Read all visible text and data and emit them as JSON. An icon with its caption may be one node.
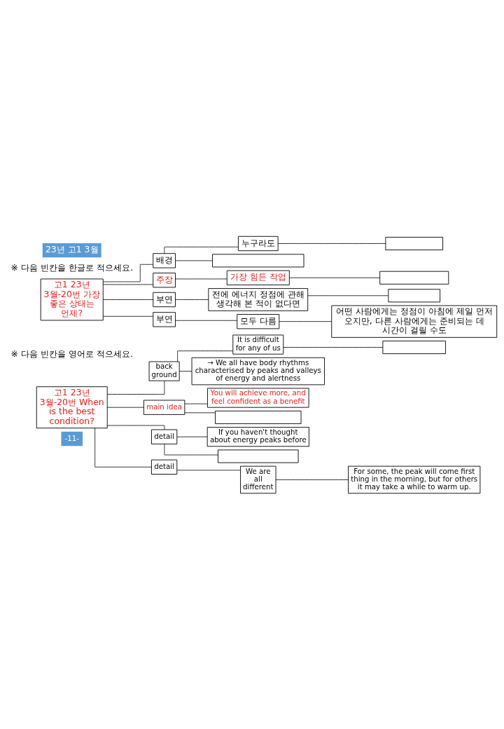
{
  "diagram": {
    "nodes": [
      {
        "text": [
          "고1 23년 3월-20번 가장 좋은 상태는 언제?"
        ]
      },
      {
        "text": [
          "배경"
        ]
      },
      {
        "text": [
          "누구라도"
        ]
      },
      {
        "text": [],
        "shape": "box"
      },
      {
        "text": [],
        "shape": "box"
      },
      {
        "text": [
          "주장"
        ]
      },
      {
        "text": [
          "가장 힘든 작업"
        ]
      },
      {
        "text": [],
        "shape": "box"
      },
      {
        "text": [
          "부연"
        ]
      },
      {
        "text": [
          "전에 에너지 정점에 관해 생각해 본 적이 없다면"
        ]
      },
      {
        "text": [],
        "shape": "box"
      },
      {
        "text": [
          "부연"
        ]
      },
      {
        "text": [
          "모두 다름"
        ]
      },
      {
        "text": [
          "어떤 사람에게는 정점이 아침에 제일 먼저 오지만, 다른 사람에게는 준비되는 데 시간이 걸릴 수도"
        ]
      },
      {
        "text": [
          "고1 23년 3월-20번 When is the best condition?"
        ]
      },
      {
        "text": [
          "back ground"
        ]
      },
      {
        "text": [
          "It is difficult for any of us"
        ]
      },
      {
        "text": [],
        "shape": "box"
      },
      {
        "text": [
          "→ We all have body rhythms characterised by peaks and valleys of energy and alertness"
        ]
      },
      {
        "text": [
          "main idea"
        ]
      },
      {
        "text": [
          "You will achieve more, and feel confident as a benefit"
        ]
      },
      {
        "text": [],
        "shape": "box"
      },
      {
        "text": [
          "detail"
        ]
      },
      {
        "text": [
          "If you haven't thought about energy peaks before"
        ]
      },
      {
        "text": [],
        "shape": "box"
      },
      {
        "text": [
          "detail"
        ]
      },
      {
        "text": [
          "We are all different"
        ]
      },
      {
        "text": [
          "For some, the peak will come first thing in the morning, but for others it may take a while to warm up."
        ]
      }
    ],
    "edges": [
      {
        "from": 0,
        "to": 1,
        "arrow": "none"
      },
      {
        "from": 0,
        "to": 5,
        "arrow": "none"
      },
      {
        "from": 0,
        "to": 8,
        "arrow": "none"
      },
      {
        "from": 0,
        "to": 11,
        "arrow": "none"
      },
      {
        "from": 1,
        "to": 2,
        "arrow": "none"
      },
      {
        "from": 2,
        "to": 3,
        "arrow": "none"
      },
      {
        "from": 1,
        "to": 4,
        "arrow": "none"
      },
      {
        "from": 5,
        "to": 6,
        "arrow": "none"
      },
      {
        "from": 6,
        "to": 7,
        "arrow": "none"
      },
      {
        "from": 8,
        "to": 9,
        "arrow": "none"
      },
      {
        "from": 9,
        "to": 10,
        "arrow": "none"
      },
      {
        "from": 11,
        "to": 12,
        "arrow": "none"
      },
      {
        "from": 12,
        "to": 13,
        "arrow": "none"
      },
      {
        "from": 14,
        "to": 15,
        "arrow": "none"
      },
      {
        "from": 14,
        "to": 19,
        "arrow": "none"
      },
      {
        "from": 14,
        "to": 22,
        "arrow": "none"
      },
      {
        "from": 14,
        "to": 25,
        "arrow": "none"
      },
      {
        "from": 15,
        "to": 16,
        "arrow": "none"
      },
      {
        "from": 16,
        "to": 17,
        "arrow": "none"
      },
      {
        "from": 15,
        "to": 18,
        "arrow": "none"
      },
      {
        "from": 19,
        "to": 20,
        "arrow": "none"
      },
      {
        "from": 19,
        "to": 21,
        "arrow": "none"
      },
      {
        "from": 22,
        "to": 23,
        "arrow": "none"
      },
      {
        "from": 22,
        "to": 24,
        "arrow": "none"
      },
      {
        "from": 25,
        "to": 26,
        "arrow": "none"
      },
      {
        "from": 26,
        "to": 27,
        "arrow": "none"
      }
    ],
    "labels": [
      "23년 고1 3월",
      "※ 다음 빈칸을 한글로 적으세요.",
      "※ 다음 빈칸을 영어로 적으세요.",
      "-11-"
    ]
  }
}
